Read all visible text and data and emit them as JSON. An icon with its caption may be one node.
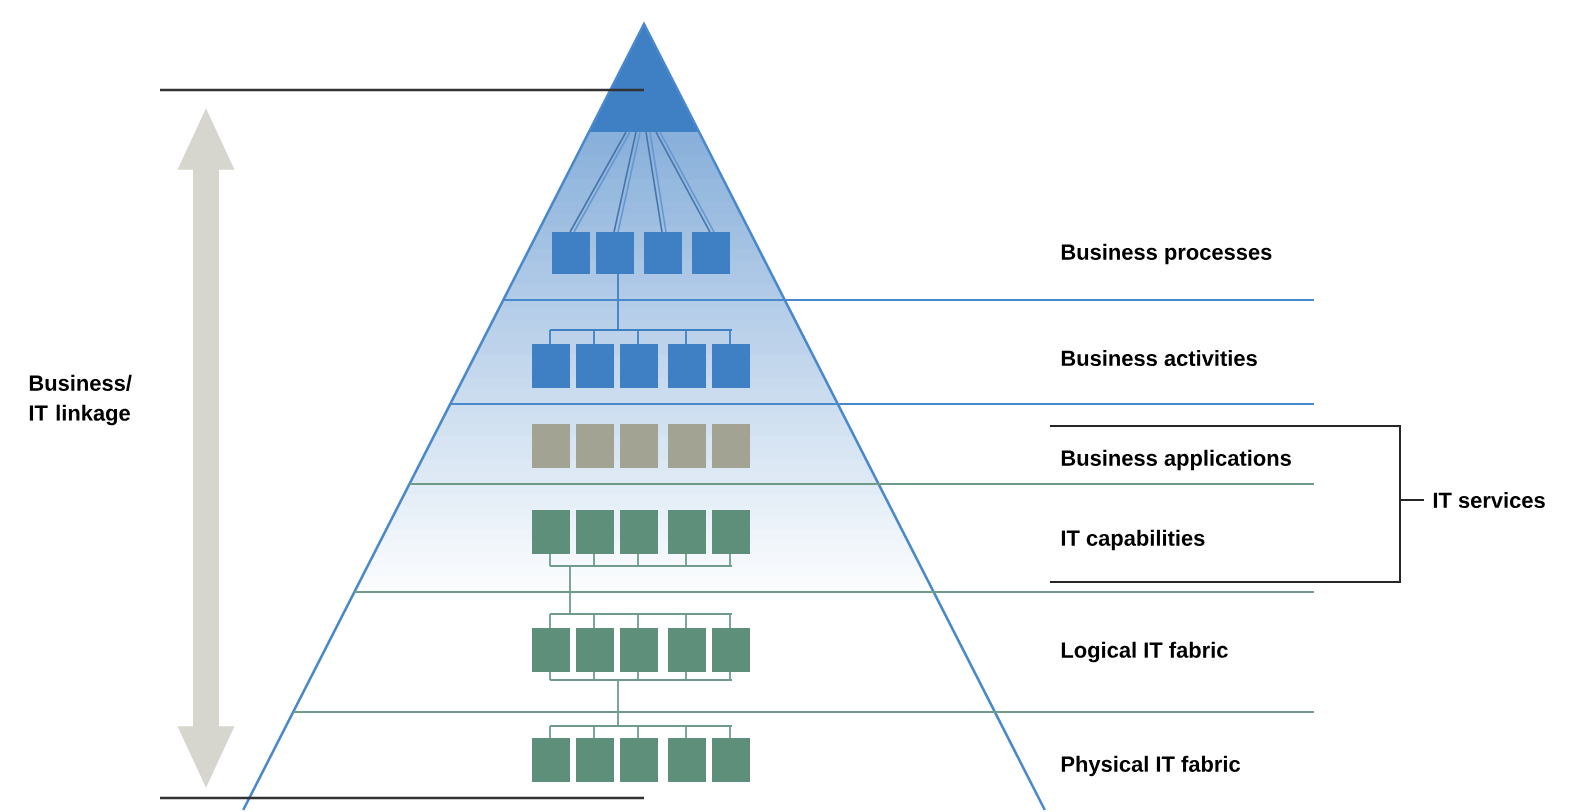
{
  "diagram": {
    "labels": [
      "Business/ IT linkage",
      "Business processes",
      "Business activities",
      "Business applications",
      "IT capabilities",
      "IT services",
      "Logical IT fabric",
      "Physical IT fabric"
    ]
  }
}
